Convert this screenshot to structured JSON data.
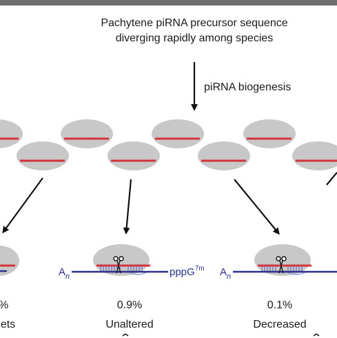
{
  "top_text": {
    "line1": "Pachytene piRNA precursor sequence",
    "line2": "diverging rapidly among species"
  },
  "biogenesis_label": "piRNA biogenesis",
  "targets": [
    {
      "percent": "%",
      "label": "gets"
    },
    {
      "percent": "0.9%",
      "label": "Unaltered"
    },
    {
      "percent": "0.1%",
      "label": "Decreased"
    }
  ],
  "mrna": {
    "polyA_letter": "A",
    "polyA_sub": "n",
    "cap_text": "pppG",
    "cap_sup": "7m"
  },
  "colors": {
    "top_bar": "#6f6f6f",
    "piwi_gray": "#c8c8c8",
    "pirna_red": "#d3343c",
    "mrna_blue": "#2b2f8a",
    "arrow": "#111111"
  },
  "icons": [
    "scissors-icon"
  ]
}
